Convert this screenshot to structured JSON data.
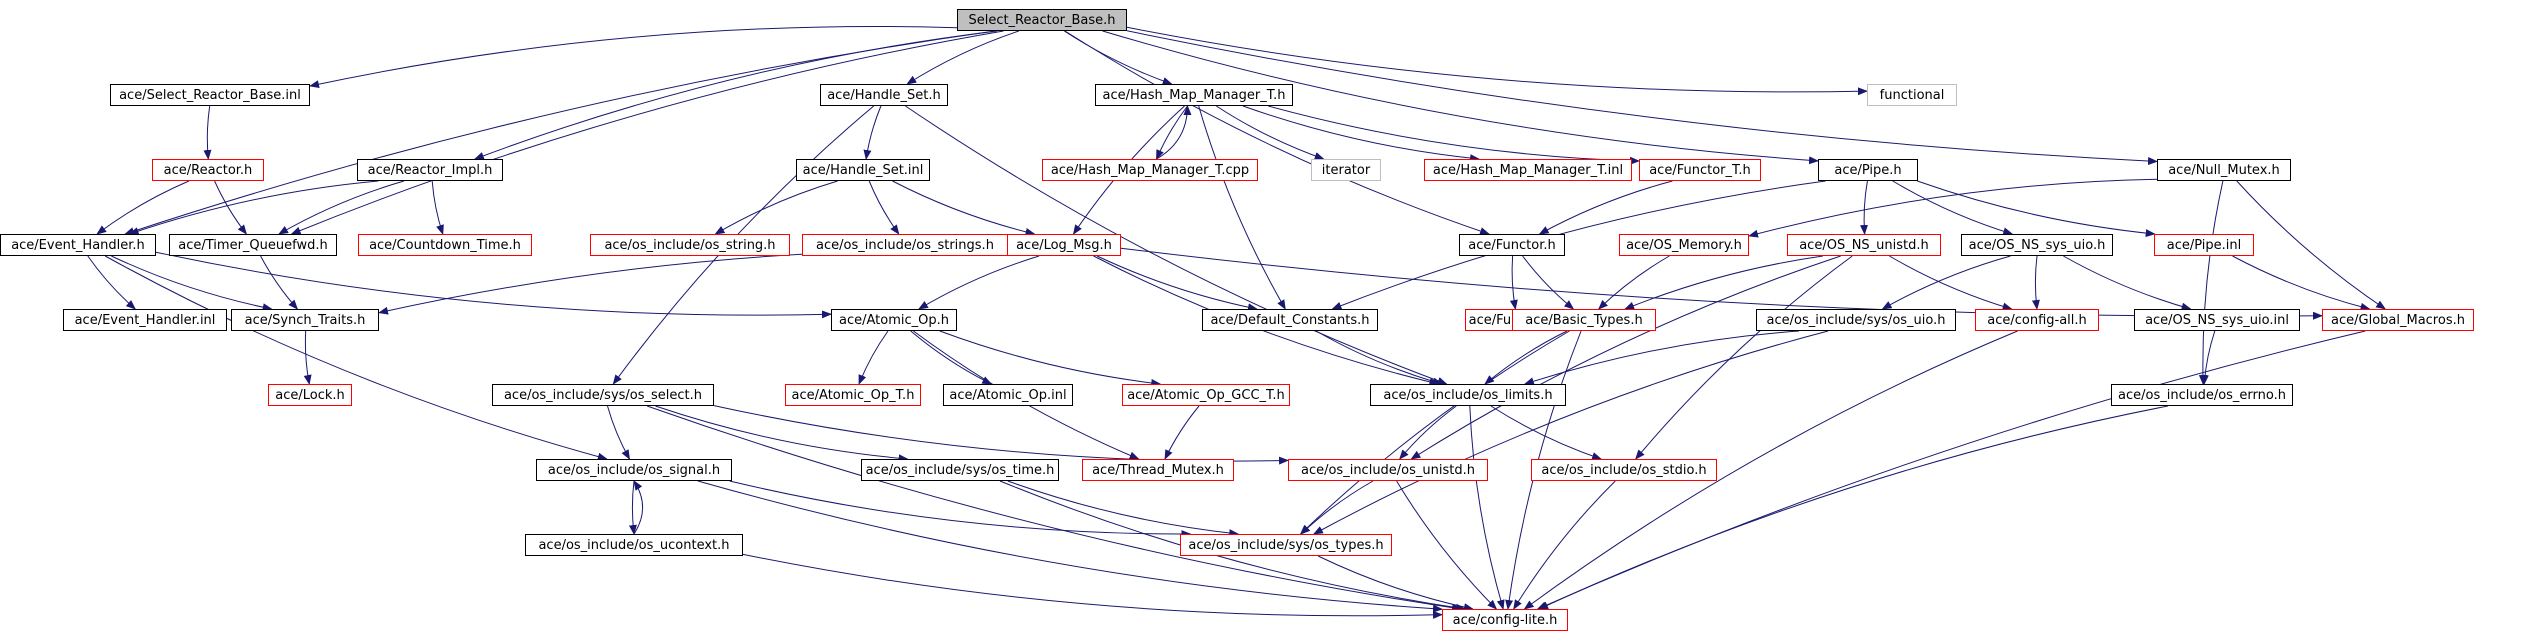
{
  "colors": {
    "edge": "#191970",
    "node_border_black": "#000000",
    "node_border_red": "#ff0000",
    "node_border_gray": "#bfbfbf",
    "root_fill": "#bfbfbf"
  },
  "nodes": [
    {
      "id": "select_reactor_base_h",
      "label": "Select_Reactor_Base.h",
      "style": "root"
    },
    {
      "id": "select_reactor_base_inl",
      "label": "ace/Select_Reactor_Base.inl",
      "style": "black"
    },
    {
      "id": "handle_set_h",
      "label": "ace/Handle_Set.h",
      "style": "black"
    },
    {
      "id": "hash_map_manager_t_h",
      "label": "ace/Hash_Map_Manager_T.h",
      "style": "black"
    },
    {
      "id": "functional",
      "label": "functional",
      "style": "gray"
    },
    {
      "id": "null_mutex_h",
      "label": "ace/Null_Mutex.h",
      "style": "black"
    },
    {
      "id": "reactor_h",
      "label": "ace/Reactor.h",
      "style": "red"
    },
    {
      "id": "reactor_impl_h",
      "label": "ace/Reactor_Impl.h",
      "style": "black"
    },
    {
      "id": "handle_set_inl",
      "label": "ace/Handle_Set.inl",
      "style": "black"
    },
    {
      "id": "hash_map_manager_t_cpp",
      "label": "ace/Hash_Map_Manager_T.cpp",
      "style": "red"
    },
    {
      "id": "iterator",
      "label": "iterator",
      "style": "gray"
    },
    {
      "id": "hash_map_manager_t_inl",
      "label": "ace/Hash_Map_Manager_T.inl",
      "style": "red"
    },
    {
      "id": "functor_t_h",
      "label": "ace/Functor_T.h",
      "style": "red"
    },
    {
      "id": "pipe_h",
      "label": "ace/Pipe.h",
      "style": "black"
    },
    {
      "id": "event_handler_h",
      "label": "ace/Event_Handler.h",
      "style": "black"
    },
    {
      "id": "timer_queuefwd_h",
      "label": "ace/Timer_Queuefwd.h",
      "style": "black"
    },
    {
      "id": "countdown_time_h",
      "label": "ace/Countdown_Time.h",
      "style": "red"
    },
    {
      "id": "os_string_h",
      "label": "ace/os_include/os_string.h",
      "style": "red"
    },
    {
      "id": "os_strings_h",
      "label": "ace/os_include/os_strings.h",
      "style": "red"
    },
    {
      "id": "log_msg_h",
      "label": "ace/Log_Msg.h",
      "style": "red"
    },
    {
      "id": "functor_h",
      "label": "ace/Functor.h",
      "style": "black"
    },
    {
      "id": "os_memory_h",
      "label": "ace/OS_Memory.h",
      "style": "red"
    },
    {
      "id": "os_ns_unistd_h",
      "label": "ace/OS_NS_unistd.h",
      "style": "red"
    },
    {
      "id": "os_ns_sys_uio_h",
      "label": "ace/OS_NS_sys_uio.h",
      "style": "black"
    },
    {
      "id": "pipe_inl",
      "label": "ace/Pipe.inl",
      "style": "red"
    },
    {
      "id": "event_handler_inl",
      "label": "ace/Event_Handler.inl",
      "style": "black"
    },
    {
      "id": "synch_traits_h",
      "label": "ace/Synch_Traits.h",
      "style": "black"
    },
    {
      "id": "atomic_op_h",
      "label": "ace/Atomic_Op.h",
      "style": "black"
    },
    {
      "id": "default_constants_h",
      "label": "ace/Default_Constants.h",
      "style": "black"
    },
    {
      "id": "functor_inl",
      "label": "ace/Functor.inl",
      "style": "red"
    },
    {
      "id": "basic_types_h",
      "label": "ace/Basic_Types.h",
      "style": "red"
    },
    {
      "id": "sys_os_uio_h",
      "label": "ace/os_include/sys/os_uio.h",
      "style": "black"
    },
    {
      "id": "config_all_h",
      "label": "ace/config-all.h",
      "style": "red"
    },
    {
      "id": "os_ns_sys_uio_inl",
      "label": "ace/OS_NS_sys_uio.inl",
      "style": "black"
    },
    {
      "id": "global_macros_h",
      "label": "ace/Global_Macros.h",
      "style": "red"
    },
    {
      "id": "lock_h",
      "label": "ace/Lock.h",
      "style": "red"
    },
    {
      "id": "sys_os_select_h",
      "label": "ace/os_include/sys/os_select.h",
      "style": "black"
    },
    {
      "id": "atomic_op_t_h",
      "label": "ace/Atomic_Op_T.h",
      "style": "red"
    },
    {
      "id": "atomic_op_inl",
      "label": "ace/Atomic_Op.inl",
      "style": "black"
    },
    {
      "id": "atomic_op_gcc_t_h",
      "label": "ace/Atomic_Op_GCC_T.h",
      "style": "red"
    },
    {
      "id": "os_limits_h",
      "label": "ace/os_include/os_limits.h",
      "style": "black"
    },
    {
      "id": "os_errno_h",
      "label": "ace/os_include/os_errno.h",
      "style": "black"
    },
    {
      "id": "os_signal_h",
      "label": "ace/os_include/os_signal.h",
      "style": "black"
    },
    {
      "id": "sys_os_time_h",
      "label": "ace/os_include/sys/os_time.h",
      "style": "black"
    },
    {
      "id": "thread_mutex_h",
      "label": "ace/Thread_Mutex.h",
      "style": "red"
    },
    {
      "id": "os_unistd_h",
      "label": "ace/os_include/os_unistd.h",
      "style": "red"
    },
    {
      "id": "os_stdio_h",
      "label": "ace/os_include/os_stdio.h",
      "style": "red"
    },
    {
      "id": "os_ucontext_h",
      "label": "ace/os_include/os_ucontext.h",
      "style": "black"
    },
    {
      "id": "sys_os_types_h",
      "label": "ace/os_include/sys/os_types.h",
      "style": "red"
    },
    {
      "id": "config_lite_h",
      "label": "ace/config-lite.h",
      "style": "red"
    }
  ],
  "edges": [
    [
      "select_reactor_base_h",
      "select_reactor_base_inl"
    ],
    [
      "select_reactor_base_h",
      "handle_set_h"
    ],
    [
      "select_reactor_base_h",
      "hash_map_manager_t_h"
    ],
    [
      "select_reactor_base_h",
      "functional"
    ],
    [
      "select_reactor_base_h",
      "null_mutex_h"
    ],
    [
      "select_reactor_base_h",
      "pipe_h"
    ],
    [
      "select_reactor_base_h",
      "reactor_impl_h"
    ],
    [
      "select_reactor_base_h",
      "event_handler_h"
    ],
    [
      "select_reactor_base_h",
      "timer_queuefwd_h"
    ],
    [
      "select_reactor_base_h",
      "functor_h"
    ],
    [
      "select_reactor_base_inl",
      "reactor_h"
    ],
    [
      "reactor_h",
      "event_handler_h"
    ],
    [
      "reactor_h",
      "timer_queuefwd_h"
    ],
    [
      "reactor_impl_h",
      "event_handler_h"
    ],
    [
      "reactor_impl_h",
      "timer_queuefwd_h"
    ],
    [
      "reactor_impl_h",
      "countdown_time_h"
    ],
    [
      "handle_set_h",
      "handle_set_inl"
    ],
    [
      "handle_set_h",
      "sys_os_select_h"
    ],
    [
      "handle_set_h",
      "os_limits_h"
    ],
    [
      "handle_set_inl",
      "os_string_h"
    ],
    [
      "handle_set_inl",
      "os_strings_h"
    ],
    [
      "handle_set_inl",
      "log_msg_h"
    ],
    [
      "hash_map_manager_t_h",
      "hash_map_manager_t_cpp"
    ],
    [
      "hash_map_manager_t_cpp",
      "hash_map_manager_t_h"
    ],
    [
      "hash_map_manager_t_h",
      "iterator"
    ],
    [
      "hash_map_manager_t_h",
      "hash_map_manager_t_inl"
    ],
    [
      "hash_map_manager_t_h",
      "functor_t_h"
    ],
    [
      "hash_map_manager_t_h",
      "log_msg_h"
    ],
    [
      "hash_map_manager_t_h",
      "default_constants_h"
    ],
    [
      "functor_t_h",
      "functor_h"
    ],
    [
      "functor_h",
      "functor_inl"
    ],
    [
      "functor_h",
      "basic_types_h"
    ],
    [
      "pipe_h",
      "default_constants_h"
    ],
    [
      "pipe_h",
      "os_ns_unistd_h"
    ],
    [
      "pipe_h",
      "os_ns_sys_uio_h"
    ],
    [
      "pipe_h",
      "pipe_inl"
    ],
    [
      "null_mutex_h",
      "os_memory_h"
    ],
    [
      "null_mutex_h",
      "global_macros_h"
    ],
    [
      "null_mutex_h",
      "os_errno_h"
    ],
    [
      "event_handler_h",
      "event_handler_inl"
    ],
    [
      "event_handler_h",
      "synch_traits_h"
    ],
    [
      "event_handler_h",
      "atomic_op_h"
    ],
    [
      "event_handler_h",
      "os_signal_h"
    ],
    [
      "timer_queuefwd_h",
      "synch_traits_h"
    ],
    [
      "synch_traits_h",
      "lock_h"
    ],
    [
      "log_msg_h",
      "synch_traits_h"
    ],
    [
      "log_msg_h",
      "atomic_op_h"
    ],
    [
      "log_msg_h",
      "default_constants_h"
    ],
    [
      "log_msg_h",
      "os_limits_h"
    ],
    [
      "log_msg_h",
      "global_macros_h"
    ],
    [
      "atomic_op_h",
      "atomic_op_t_h"
    ],
    [
      "atomic_op_h",
      "atomic_op_inl"
    ],
    [
      "atomic_op_h",
      "atomic_op_gcc_t_h"
    ],
    [
      "atomic_op_h",
      "thread_mutex_h"
    ],
    [
      "atomic_op_gcc_t_h",
      "thread_mutex_h"
    ],
    [
      "default_constants_h",
      "os_limits_h"
    ],
    [
      "os_memory_h",
      "basic_types_h"
    ],
    [
      "os_ns_unistd_h",
      "basic_types_h"
    ],
    [
      "os_ns_unistd_h",
      "config_all_h"
    ],
    [
      "os_ns_unistd_h",
      "os_unistd_h"
    ],
    [
      "os_ns_unistd_h",
      "os_stdio_h"
    ],
    [
      "os_ns_sys_uio_h",
      "sys_os_uio_h"
    ],
    [
      "os_ns_sys_uio_h",
      "config_all_h"
    ],
    [
      "os_ns_sys_uio_h",
      "os_ns_sys_uio_inl"
    ],
    [
      "pipe_inl",
      "global_macros_h"
    ],
    [
      "basic_types_h",
      "os_limits_h"
    ],
    [
      "basic_types_h",
      "sys_os_types_h"
    ],
    [
      "basic_types_h",
      "config_lite_h"
    ],
    [
      "sys_os_uio_h",
      "os_limits_h"
    ],
    [
      "sys_os_uio_h",
      "sys_os_types_h"
    ],
    [
      "config_all_h",
      "config_lite_h"
    ],
    [
      "os_ns_sys_uio_inl",
      "os_errno_h"
    ],
    [
      "global_macros_h",
      "config_lite_h"
    ],
    [
      "os_errno_h",
      "config_lite_h"
    ],
    [
      "sys_os_select_h",
      "os_signal_h"
    ],
    [
      "sys_os_select_h",
      "sys_os_time_h"
    ],
    [
      "sys_os_select_h",
      "os_unistd_h"
    ],
    [
      "sys_os_select_h",
      "config_lite_h"
    ],
    [
      "os_limits_h",
      "os_unistd_h"
    ],
    [
      "os_limits_h",
      "os_stdio_h"
    ],
    [
      "os_limits_h",
      "config_lite_h"
    ],
    [
      "os_signal_h",
      "os_ucontext_h"
    ],
    [
      "os_ucontext_h",
      "os_signal_h"
    ],
    [
      "os_signal_h",
      "sys_os_types_h"
    ],
    [
      "os_signal_h",
      "config_lite_h"
    ],
    [
      "sys_os_time_h",
      "sys_os_types_h"
    ],
    [
      "sys_os_time_h",
      "config_lite_h"
    ],
    [
      "os_unistd_h",
      "sys_os_types_h"
    ],
    [
      "os_unistd_h",
      "config_lite_h"
    ],
    [
      "os_stdio_h",
      "config_lite_h"
    ],
    [
      "os_ucontext_h",
      "config_lite_h"
    ],
    [
      "sys_os_types_h",
      "config_lite_h"
    ]
  ]
}
